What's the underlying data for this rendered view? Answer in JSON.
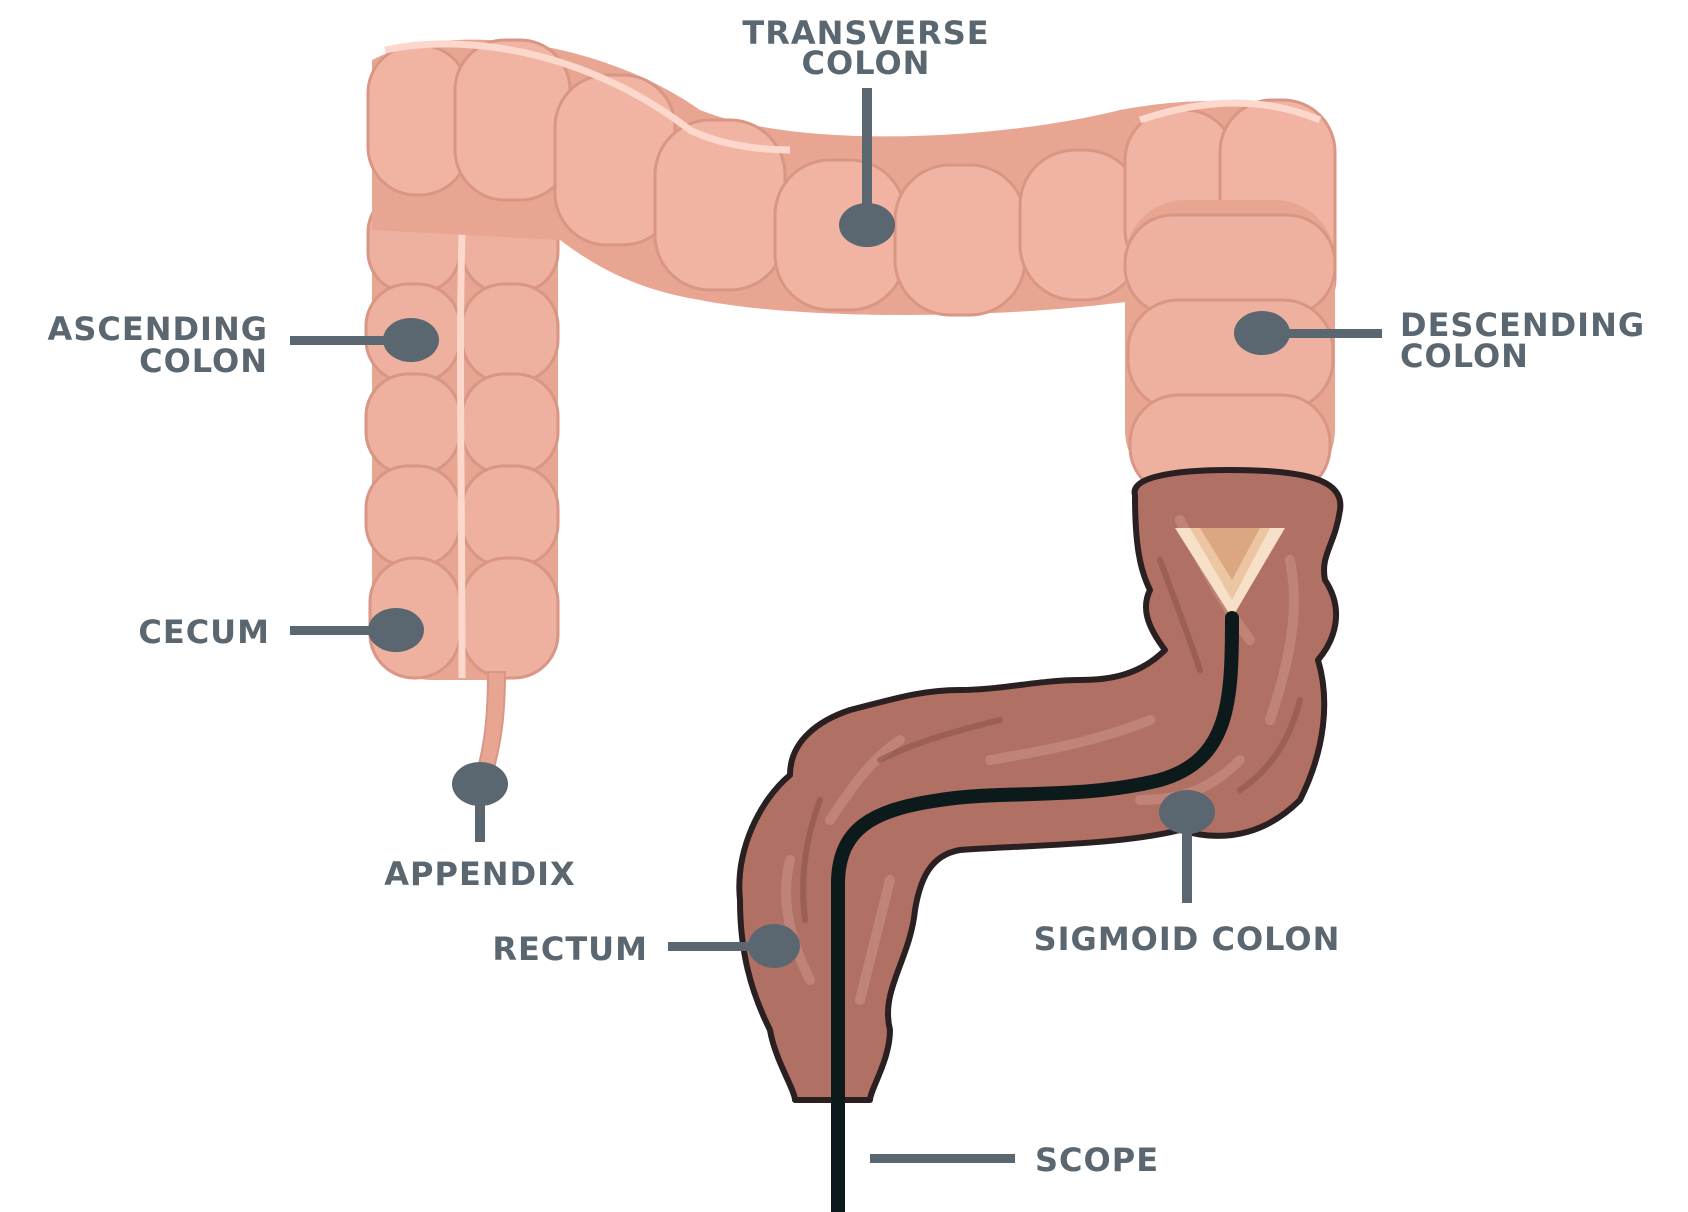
{
  "colors": {
    "colon_light": "#e8a592",
    "colon_mid": "#f1b4a3",
    "colon_highlight": "#f9cfc2",
    "colon_shadow": "#d99684",
    "sigmoid_fill": "#b07064",
    "sigmoid_dark": "#8e5348",
    "sigmoid_outline": "#2a2022",
    "scope": "#0d1a1c",
    "marker": "#5a6770",
    "label_text": "#5a6770",
    "background": "#ffffff"
  },
  "labels": {
    "transverse_line1": "TRANSVERSE",
    "transverse_line2": "COLON",
    "ascending_line1": "ASCENDING",
    "ascending_line2": "COLON",
    "descending_line1": "DESCENDING",
    "descending_line2": "COLON",
    "cecum": "CECUM",
    "appendix": "APPENDIX",
    "rectum": "RECTUM",
    "sigmoid": "SIGMOID COLON",
    "scope": "SCOPE"
  }
}
